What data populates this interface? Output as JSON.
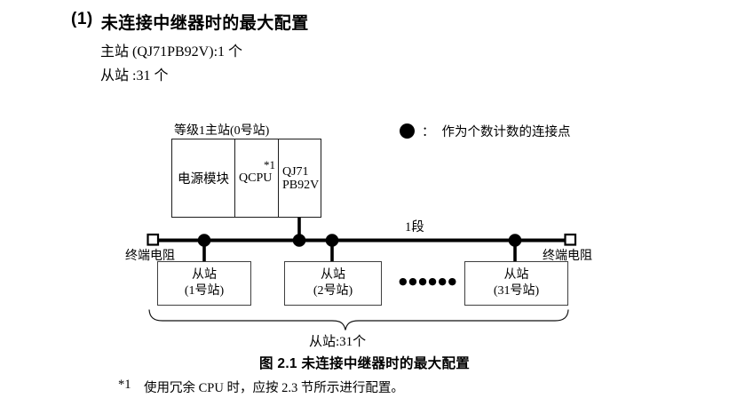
{
  "header": {
    "number": "(1)",
    "title": "未连接中继器时的最大配置",
    "master_spec": "主站 (QJ71PB92V):1 个",
    "slave_spec": "从站 :31 个"
  },
  "diagram": {
    "master_station": {
      "label": "等级1主站(0号站)",
      "modules": {
        "power_supply": "电源模块",
        "cpu": "QCPU",
        "cpu_note": "*1",
        "network_line1": "QJ71",
        "network_line2": "PB92V"
      }
    },
    "legend": {
      "colon": "：",
      "text": "作为个数计数的连接点"
    },
    "segment_label": "1段",
    "terminator_left": "终端电阻",
    "terminator_right": "终端电阻",
    "slaves": [
      {
        "line1": "从站",
        "line2": "(1号站)"
      },
      {
        "line1": "从站",
        "line2": "(2号站)"
      },
      {
        "line1": "从站",
        "line2": "(31号站)"
      }
    ],
    "ellipsis": "●●●●●●",
    "brace_label": "从站:31个"
  },
  "caption": "图 2.1 未连接中继器时的最大配置",
  "footnote": {
    "marker": "*1",
    "text": "使用冗余 CPU 时，应按 2.3 节所示进行配置。"
  },
  "colors": {
    "ink": "#000000",
    "background": "#ffffff"
  }
}
